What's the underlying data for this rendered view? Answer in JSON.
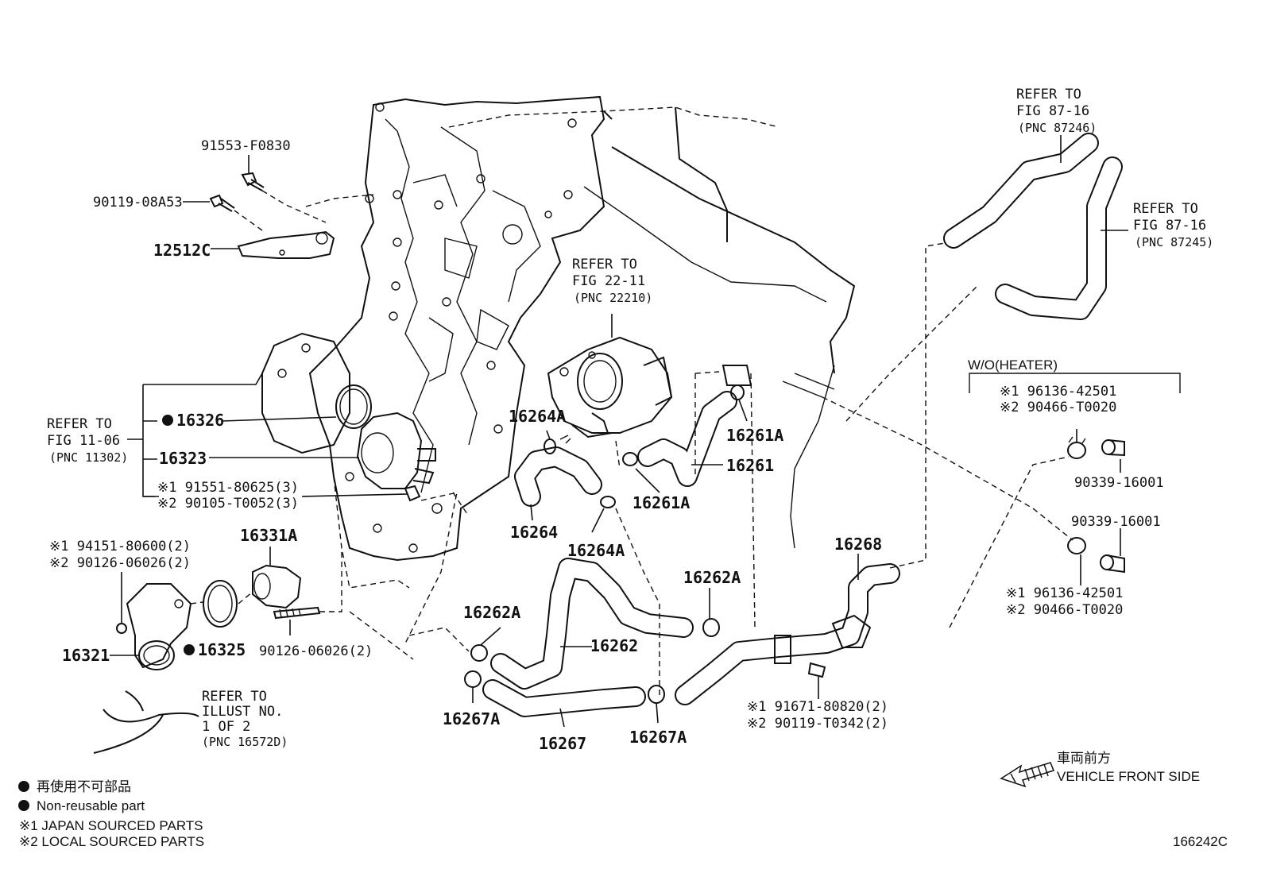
{
  "refs": {
    "fig87_16_a": [
      "REFER TO",
      "FIG 87-16",
      "(PNC 87246)"
    ],
    "fig87_16_b": [
      "REFER TO",
      "FIG 87-16",
      "(PNC 87245)"
    ],
    "fig22_11": [
      "REFER TO",
      "FIG 22-11",
      "(PNC 22210)"
    ],
    "fig11_06": [
      "REFER TO",
      "FIG 11-06",
      "(PNC 11302)"
    ],
    "illust": [
      "REFER TO",
      "ILLUST NO.",
      "1 OF 2",
      "(PNC 16572D)"
    ]
  },
  "parts": {
    "p91553": "91553-F0830",
    "p90119a": "90119-08A53",
    "p12512c": "12512C",
    "p16326": "16326",
    "p16323": "16323",
    "p91551": "※1 91551-80625(3)",
    "p90105": "※2 90105-T0052(3)",
    "p94151": "※1 94151-80600(2)",
    "p90126a": "※2 90126-06026(2)",
    "p16331a": "16331A",
    "p16321": "16321",
    "p16325": "16325",
    "p90126b": "90126-06026(2)",
    "p16264a_top": "16264A",
    "p16264": "16264",
    "p16264a_bot": "16264A",
    "p16261a_top": "16261A",
    "p16261": "16261",
    "p16261a_mid": "16261A",
    "p16262a_left": "16262A",
    "p16262": "16262",
    "p16262a_right": "16262A",
    "p16267a_left": "16267A",
    "p16267": "16267",
    "p16267a_right": "16267A",
    "p16268": "16268",
    "p91671": "※1 91671-80820(2)",
    "p90119b": "※2 90119-T0342(2)",
    "wo_heater": "W/O(HEATER)",
    "p96136_top": "※1 96136-42501",
    "p90466_top": "※2 90466-T0020",
    "p90339_top": "90339-16001",
    "p90339_mid": "90339-16001",
    "p96136_bot": "※1 96136-42501",
    "p90466_bot": "※2 90466-T0020"
  },
  "legend": {
    "nonreusable_jp": "再使用不可部品",
    "nonreusable_en": "Non-reusable part",
    "note1": "※1 JAPAN SOURCED PARTS",
    "note2": "※2 LOCAL SOURCED PARTS"
  },
  "front": {
    "jp": "車両前方",
    "en": "VEHICLE FRONT SIDE"
  },
  "drawing_id": "166242C",
  "icons": {
    "bullet": "filled-circle-icon",
    "arrow": "hatched-arrow-left-icon"
  }
}
